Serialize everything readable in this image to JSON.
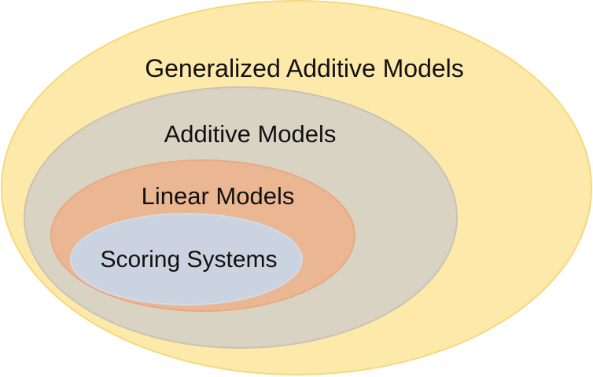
{
  "diagram": {
    "sets": [
      {
        "label": "Generalized Additive Models",
        "fill": "#FDE9A9",
        "stroke": "#F7D77A"
      },
      {
        "label": "Additive Models",
        "fill": "#D9D3C4",
        "stroke": "#C9C3B4"
      },
      {
        "label": "Linear Models",
        "fill": "#EBB692",
        "stroke": "#E8A983"
      },
      {
        "label": "Scoring Systems",
        "fill": "#CBD3E0",
        "stroke": "#D4DAE6"
      }
    ]
  }
}
